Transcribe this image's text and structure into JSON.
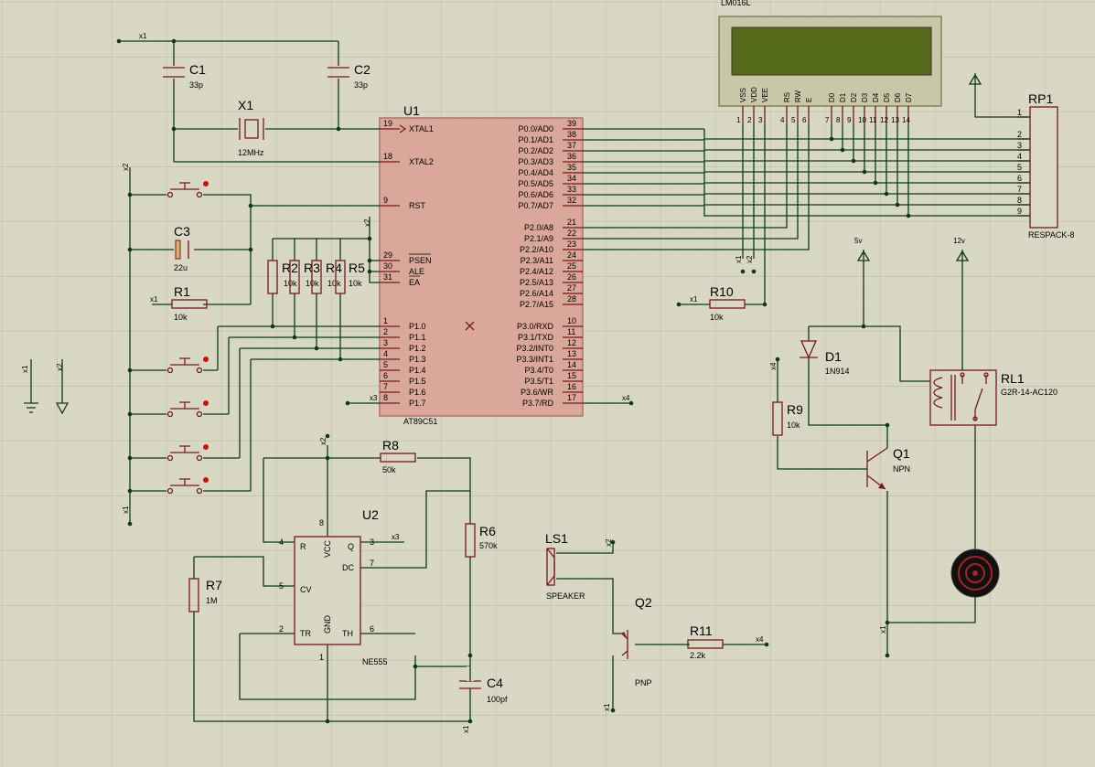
{
  "lcd": {
    "name": "LM016L",
    "pins": [
      "VSS",
      "VDD",
      "VEE",
      "RS",
      "RW",
      "E",
      "D0",
      "D1",
      "D2",
      "D3",
      "D4",
      "D5",
      "D6",
      "D7"
    ],
    "nums": [
      "1",
      "2",
      "3",
      "4",
      "5",
      "6",
      "7",
      "8",
      "9",
      "10",
      "11",
      "12",
      "13",
      "14"
    ]
  },
  "u1": {
    "ref": "U1",
    "part": "AT89C51",
    "left_pins": [
      {
        "n": "19",
        "l": "XTAL1"
      },
      {
        "n": "18",
        "l": "XTAL2"
      },
      {
        "n": "9",
        "l": "RST"
      },
      {
        "n": "29",
        "l": "PSEN"
      },
      {
        "n": "30",
        "l": "ALE"
      },
      {
        "n": "31",
        "l": "EA"
      },
      {
        "n": "1",
        "l": "P1.0"
      },
      {
        "n": "2",
        "l": "P1.1"
      },
      {
        "n": "3",
        "l": "P1.2"
      },
      {
        "n": "4",
        "l": "P1.3"
      },
      {
        "n": "5",
        "l": "P1.4"
      },
      {
        "n": "6",
        "l": "P1.5"
      },
      {
        "n": "7",
        "l": "P1.6"
      },
      {
        "n": "8",
        "l": "P1.7"
      }
    ],
    "right_pins": [
      {
        "n": "39",
        "l": "P0.0/AD0"
      },
      {
        "n": "38",
        "l": "P0.1/AD1"
      },
      {
        "n": "37",
        "l": "P0.2/AD2"
      },
      {
        "n": "36",
        "l": "P0.3/AD3"
      },
      {
        "n": "35",
        "l": "P0.4/AD4"
      },
      {
        "n": "34",
        "l": "P0.5/AD5"
      },
      {
        "n": "33",
        "l": "P0.6/AD6"
      },
      {
        "n": "32",
        "l": "P0.7/AD7"
      },
      {
        "n": "21",
        "l": "P2.0/A8"
      },
      {
        "n": "22",
        "l": "P2.1/A9"
      },
      {
        "n": "23",
        "l": "P2.2/A10"
      },
      {
        "n": "24",
        "l": "P2.3/A11"
      },
      {
        "n": "25",
        "l": "P2.4/A12"
      },
      {
        "n": "26",
        "l": "P2.5/A13"
      },
      {
        "n": "27",
        "l": "P2.6/A14"
      },
      {
        "n": "28",
        "l": "P2.7/A15"
      },
      {
        "n": "10",
        "l": "P3.0/RXD"
      },
      {
        "n": "11",
        "l": "P3.1/TXD"
      },
      {
        "n": "12",
        "l": "P3.2/INT0"
      },
      {
        "n": "13",
        "l": "P3.3/INT1"
      },
      {
        "n": "14",
        "l": "P3.4/T0"
      },
      {
        "n": "15",
        "l": "P3.5/T1"
      },
      {
        "n": "16",
        "l": "P3.6/WR"
      },
      {
        "n": "17",
        "l": "P3.7/RD"
      }
    ]
  },
  "rp1": {
    "ref": "RP1",
    "part": "RESPACK-8",
    "pins": [
      "1",
      "2",
      "3",
      "4",
      "5",
      "6",
      "7",
      "8",
      "9"
    ]
  },
  "u2": {
    "ref": "U2",
    "part": "NE555",
    "labels": [
      "R",
      "VCC",
      "Q",
      "DC",
      "CV",
      "TR",
      "GND",
      "TH"
    ],
    "pins": [
      "4",
      "8",
      "3",
      "7",
      "5",
      "2",
      "1",
      "6"
    ]
  },
  "parts": {
    "c1": {
      "ref": "C1",
      "val": "33p"
    },
    "c2": {
      "ref": "C2",
      "val": "33p"
    },
    "x1": {
      "ref": "X1",
      "val": "12MHz"
    },
    "c3": {
      "ref": "C3",
      "val": "22u"
    },
    "r1": {
      "ref": "R1",
      "val": "10k"
    },
    "r2": {
      "ref": "R2",
      "val": "10k"
    },
    "r3": {
      "ref": "R3",
      "val": "10k"
    },
    "r4": {
      "ref": "R4",
      "val": "10k"
    },
    "r5": {
      "ref": "R5",
      "val": "10k"
    },
    "r10": {
      "ref": "R10",
      "val": "10k"
    },
    "r8": {
      "ref": "R8",
      "val": "50k"
    },
    "r6": {
      "ref": "R6",
      "val": "570k"
    },
    "r7": {
      "ref": "R7",
      "val": "1M"
    },
    "c4": {
      "ref": "C4",
      "val": "100pf"
    },
    "ls1": {
      "ref": "LS1",
      "val": "SPEAKER"
    },
    "q2": {
      "ref": "Q2",
      "val": "PNP"
    },
    "r11": {
      "ref": "R11",
      "val": "2.2k"
    },
    "d1": {
      "ref": "D1",
      "val": "1N914"
    },
    "rl1": {
      "ref": "RL1",
      "val": "G2R-14-AC120"
    },
    "r9": {
      "ref": "R9",
      "val": "10k"
    },
    "q1": {
      "ref": "Q1",
      "val": "NPN"
    }
  },
  "nets": {
    "x1": "x1",
    "x2": "x2",
    "x3": "x3",
    "x4": "x4",
    "v5": "5v",
    "v12": "12v"
  },
  "colors": {
    "grid_major": "#b3b39f",
    "grid_minor": "#cfcfbb",
    "chip_fill": "#d9a89a",
    "chip_border": "#b06a6a",
    "lcd_screen": "#566a1c",
    "wire": "#0b3d0b"
  }
}
